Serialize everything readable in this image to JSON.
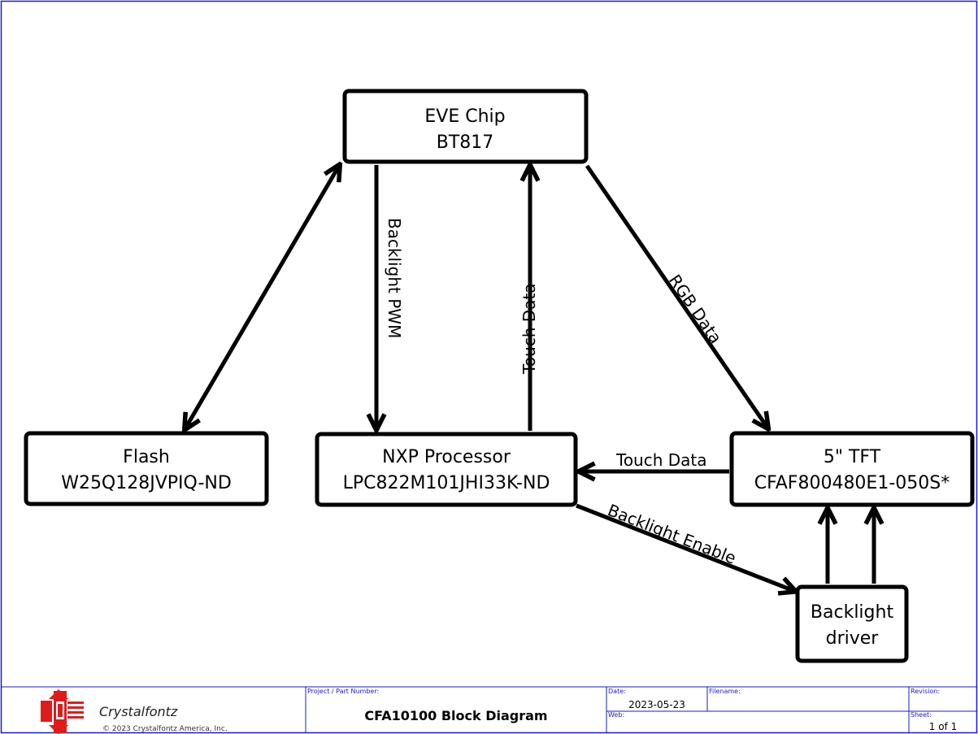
{
  "diagram": {
    "blocks": {
      "eve": {
        "line1": "EVE Chip",
        "line2": "BT817"
      },
      "flash": {
        "line1": "Flash",
        "line2": "W25Q128JVPIQ-ND"
      },
      "nxp": {
        "line1": "NXP Processor",
        "line2": "LPC822M101JHI33K-ND"
      },
      "tft": {
        "line1": "5\" TFT",
        "line2": "CFAF800480E1-050S*"
      },
      "backlight": {
        "line1": "Backlight",
        "line2": "driver"
      }
    },
    "edges": {
      "backlight_pwm": "Backlight PWM",
      "touch_data_eve": "Touch Data",
      "rgb_data": "RGB Data",
      "touch_data_tft": "Touch Data",
      "backlight_enable": "Backlight Enable"
    }
  },
  "title_block": {
    "company": "Crystalfontz",
    "copyright": "© 2023 Crystalfontz America, Inc.",
    "project_label": "Project / Part Number:",
    "project_value": "CFA10100 Block Diagram",
    "date_label": "Date:",
    "date_value": "2023-05-23",
    "filename_label": "Filename:",
    "filename_value": "",
    "web_label": "Web:",
    "web_value": "",
    "revision_label": "Revision:",
    "revision_value": "",
    "sheet_label": "Sheet:",
    "sheet_value": "1 of 1"
  },
  "colors": {
    "ink": "#000000",
    "frame": "#1a1acc",
    "logo_red": "#e01b1b"
  }
}
